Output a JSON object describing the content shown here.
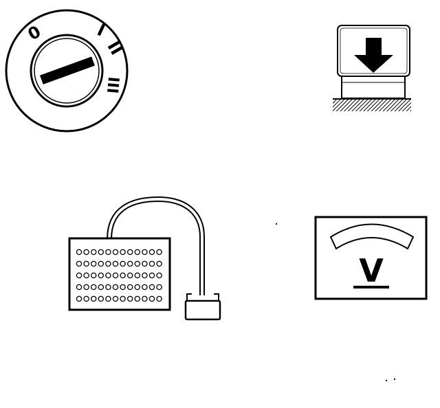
{
  "ignition_switch": {
    "positions": [
      "0",
      "I",
      "II",
      "III"
    ]
  },
  "voltmeter": {
    "symbol": "V"
  },
  "icons": {
    "ignition": "ignition-switch-icon",
    "press": "press-down-arrow-icon",
    "tester": "breakout-box-connector-icon",
    "voltmeter": "voltmeter-icon"
  },
  "colors": {
    "ink": "#000000",
    "paper": "#ffffff"
  }
}
